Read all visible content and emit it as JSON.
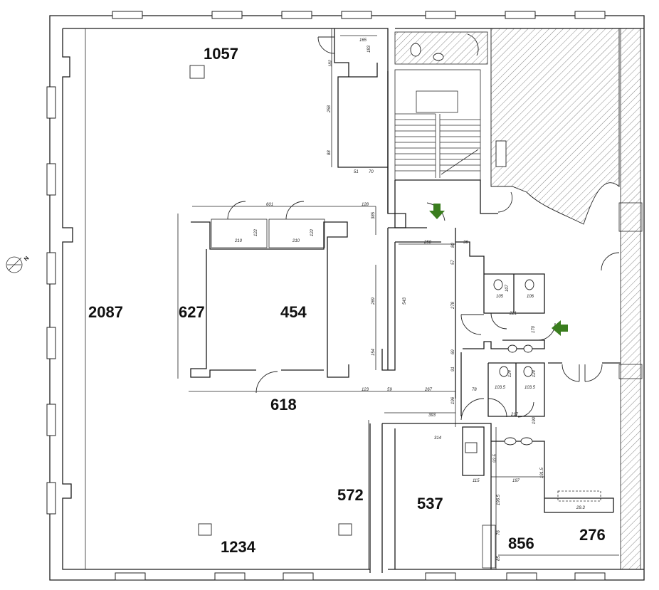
{
  "room_labels": {
    "main_top": "1057",
    "main_left": "2087",
    "inner_left": "627",
    "inner_right": "454",
    "inner_bottom": "618",
    "main_bottom": "1234",
    "col_572": "572",
    "room_537": "537",
    "room_856": "856",
    "room_276": "276"
  },
  "dimensions": {
    "d165": "165",
    "d183": "183",
    "d182": "182",
    "d258": "258",
    "d88": "88",
    "d51": "51",
    "d70": "70",
    "d601": "601",
    "d128": "128",
    "d385": "385",
    "d210a": "210",
    "d122a": "122",
    "d210b": "210",
    "d122b": "122",
    "d250": "250",
    "d80": "80",
    "d36": "36",
    "d57": "57",
    "d278": "278",
    "d269": "269",
    "d543": "543",
    "d154": "154",
    "d105": "105",
    "d107": "107",
    "d106": "106",
    "d221": "221",
    "d170": "170",
    "d69": "69",
    "d91": "91",
    "d123": "123",
    "d59": "59",
    "d267": "267",
    "d78": "78",
    "d1035a": "103.5",
    "d1035b": "103.5",
    "d124a": "124",
    "d124b": "124",
    "d196": "196",
    "d217": "217",
    "d190": "190",
    "d393": "393",
    "d314": "314",
    "d935": "93.5",
    "d115": "115",
    "d197": "197",
    "d1915": "191.5",
    "d1965": "196.5",
    "d76": "76",
    "d85": "85",
    "d293": "29.3"
  },
  "compass": {
    "north_label": "N"
  },
  "colors": {
    "arrow": "#3a7d1e",
    "wall": "#1a1a1a"
  }
}
